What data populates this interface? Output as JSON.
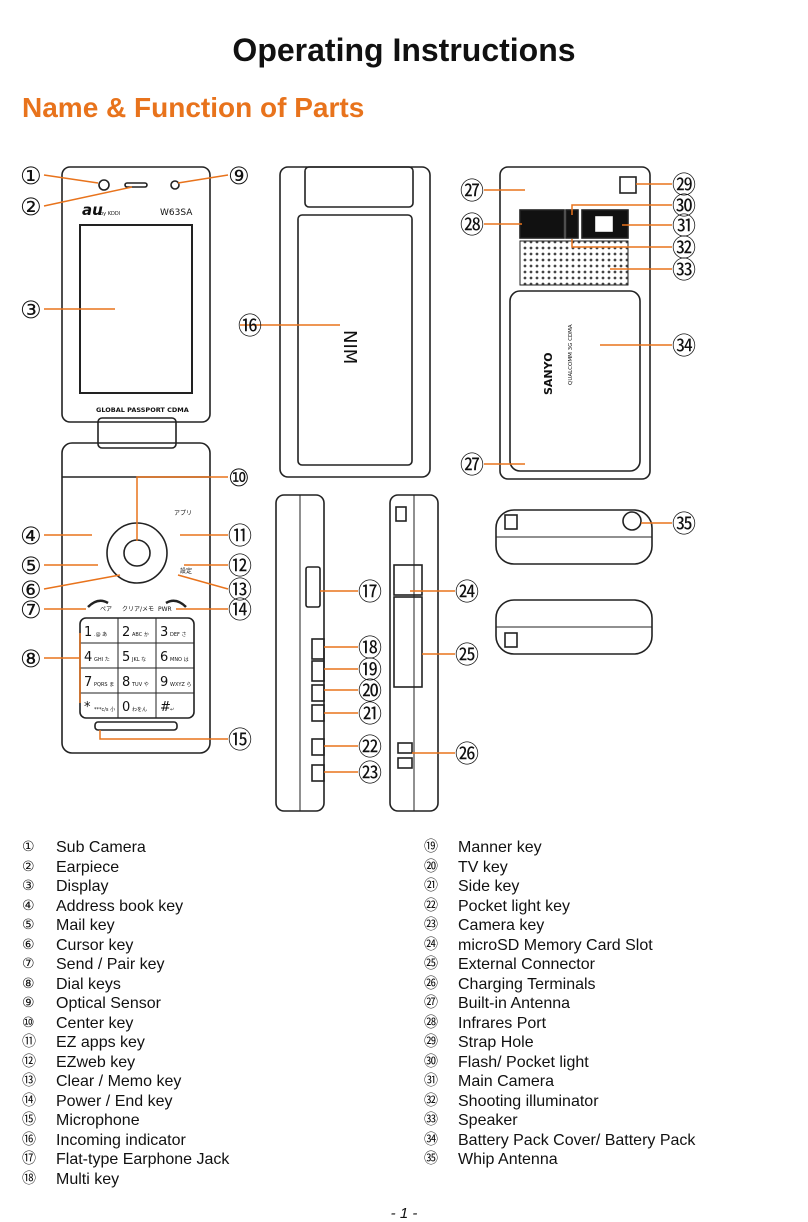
{
  "page": {
    "title": "Operating Instructions",
    "subtitle": "Name & Function of Parts",
    "page_number": "- 1 -"
  },
  "colors": {
    "subtitle": "#e8731c",
    "callout_line": "#e8731c",
    "outline": "#222222"
  },
  "phone_print": {
    "brand": "au",
    "brand_small": "by KDDI",
    "model": "W63SA",
    "global_passport": "GLOBAL PASSPORT CDMA",
    "nim": "NIM",
    "sanyo": "SANYO",
    "qualcomm": "QUALCOMM 3G CDMA",
    "key_app": "アプリ",
    "key_pair": "ペア",
    "key_clear": "クリア/メモ",
    "key_pwr": "PWR",
    "key_setting": "設定",
    "keys": [
      "1",
      "2",
      "3",
      "4",
      "5",
      "6",
      "7",
      "8",
      "9",
      "*",
      "0",
      "#"
    ],
    "key_subs": [
      ".@ あ",
      "ABC か",
      "DEF さ",
      "GHI た",
      "JKL な",
      "MNO は",
      "PQRS ま",
      "TUV や",
      "WXYZ ら",
      "***c/s 小",
      "わをん",
      "↵"
    ]
  },
  "callouts": [
    "①",
    "②",
    "③",
    "④",
    "⑤",
    "⑥",
    "⑦",
    "⑧",
    "⑨",
    "⑩",
    "⑪",
    "⑫",
    "⑬",
    "⑭",
    "⑮",
    "⑯",
    "⑰",
    "⑱",
    "⑲",
    "⑳",
    "㉑",
    "㉒",
    "㉓",
    "㉔",
    "㉕",
    "㉖",
    "㉗",
    "㉗",
    "㉘",
    "㉙",
    "㉚",
    "㉛",
    "㉜",
    "㉝",
    "㉞",
    "㉟"
  ],
  "legend_left": [
    {
      "num": "①",
      "label": "Sub Camera"
    },
    {
      "num": "②",
      "label": "Earpiece"
    },
    {
      "num": "③",
      "label": "Display"
    },
    {
      "num": "④",
      "label": "Address book key"
    },
    {
      "num": "⑤",
      "label": "Mail key"
    },
    {
      "num": "⑥",
      "label": "Cursor key"
    },
    {
      "num": "⑦",
      "label": "Send / Pair key"
    },
    {
      "num": "⑧",
      "label": "Dial keys"
    },
    {
      "num": "⑨",
      "label": "Optical Sensor"
    },
    {
      "num": "⑩",
      "label": "Center key"
    },
    {
      "num": "⑪",
      "label": "EZ apps key"
    },
    {
      "num": "⑫",
      "label": "EZweb key"
    },
    {
      "num": "⑬",
      "label": "Clear / Memo key"
    },
    {
      "num": "⑭",
      "label": "Power / End key"
    },
    {
      "num": "⑮",
      "label": "Microphone"
    },
    {
      "num": "⑯",
      "label": "Incoming indicator"
    },
    {
      "num": "⑰",
      "label": "Flat-type Earphone Jack"
    },
    {
      "num": "⑱",
      "label": "Multi key"
    }
  ],
  "legend_right": [
    {
      "num": "⑲",
      "label": "Manner key"
    },
    {
      "num": "⑳",
      "label": "TV key"
    },
    {
      "num": "㉑",
      "label": "Side key"
    },
    {
      "num": "㉒",
      "label": "Pocket light key"
    },
    {
      "num": "㉓",
      "label": "Camera key"
    },
    {
      "num": "㉔",
      "label": "microSD Memory Card Slot"
    },
    {
      "num": "㉕",
      "label": "External Connector"
    },
    {
      "num": "㉖",
      "label": "Charging Terminals"
    },
    {
      "num": "㉗",
      "label": "Built-in Antenna"
    },
    {
      "num": "㉘",
      "label": "Infrares Port"
    },
    {
      "num": "㉙",
      "label": "Strap Hole"
    },
    {
      "num": "㉚",
      "label": "Flash/ Pocket light"
    },
    {
      "num": "㉛",
      "label": "Main Camera"
    },
    {
      "num": "㉜",
      "label": "Shooting illuminator"
    },
    {
      "num": "㉝",
      "label": "Speaker"
    },
    {
      "num": "㉞",
      "label": "Battery Pack Cover/ Battery Pack"
    },
    {
      "num": "㉟",
      "label": "Whip Antenna"
    }
  ]
}
